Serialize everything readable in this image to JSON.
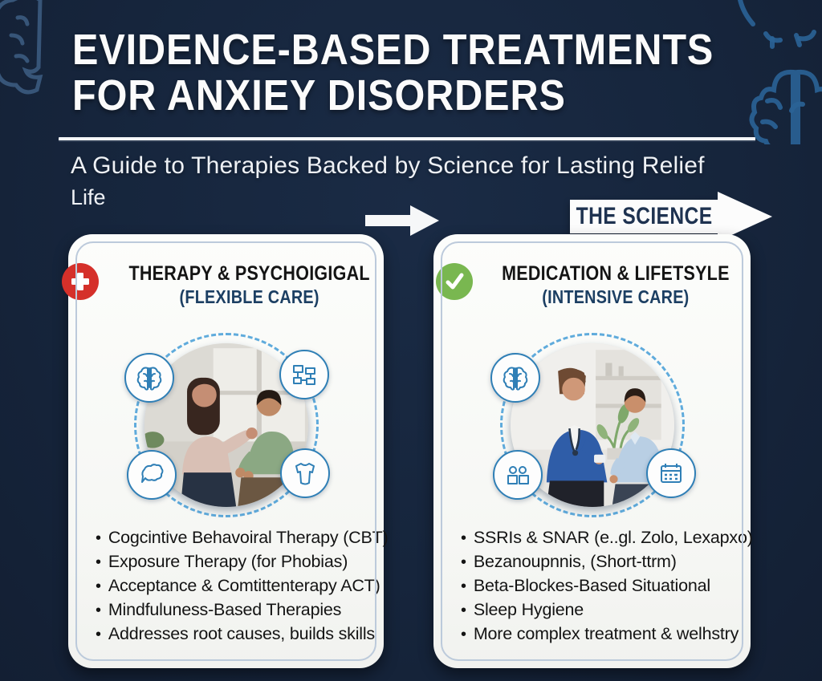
{
  "colors": {
    "background": "#16253c",
    "card": "#f7f8f5",
    "navy_accent": "#1c3f63",
    "icon_blue": "#2f7fb6",
    "badge_red": "#d5302a",
    "badge_green": "#79b750"
  },
  "header": {
    "title_line1": "EVIDENCE-BASED TREATMENTS",
    "title_line2": "FOR ANXIEY DISORDERS",
    "subtitle": "A Guide to Therapies Backed by Science for Lasting Relief",
    "subtitle_secondary": "Life",
    "science_label": "THE SCIENCE"
  },
  "cards": [
    {
      "badge_icon": "medical-cross-icon",
      "badge_color": "#d5302a",
      "title": "THERAPY & PSYCHOIGIGAL",
      "care_level": "(FLEXIBLE CARE)",
      "photo": "therapy-session-photo",
      "orbit_icons": [
        "brain-icon",
        "flowchart-icon",
        "speech-bubble-icon",
        "torso-icon"
      ],
      "bullets": [
        "Cogcintive Behavoiral Therapy (CBT)",
        "Exposure Therapy (for Phobias)",
        "Acceptance & Comtittenterapy ACT)",
        "Mindfuluness-Based Therapies",
        "Addresses root causes, builds skills"
      ]
    },
    {
      "badge_icon": "checkmark-icon",
      "badge_color": "#79b750",
      "title": "MEDICATION & LIFETSYLE",
      "care_level": "(INTENSIVE CARE)",
      "photo": "doctor-consultation-photo",
      "orbit_icons": [
        "brain-icon",
        "people-icon",
        "calendar-icon"
      ],
      "bullets": [
        "SSRIs & SNAR (e..gl. Zolo, Lexapxo)",
        "Bezanoupnnis, (Short-ttrm)",
        "Beta-Blockes-Based Situational",
        "Sleep Hygiene",
        "More complex treatment & welhstry"
      ]
    }
  ],
  "decor": {
    "top_left": "brain-outline-icon",
    "top_right": "brain-outline-icon",
    "mid_arrow": "right-arrow-icon",
    "banner_arrow": "arrow-banner"
  }
}
